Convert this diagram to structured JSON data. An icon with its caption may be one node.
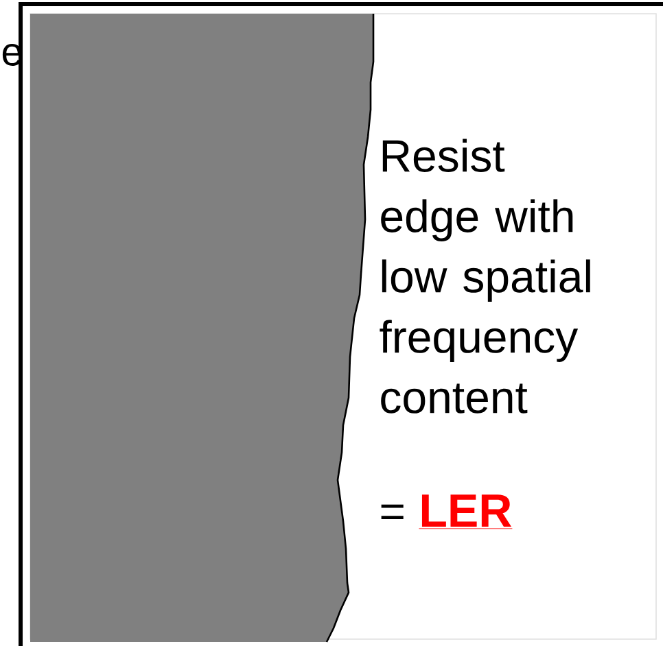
{
  "diagram": {
    "labels": [
      "e",
      "Resist edge with low spatial frequency content",
      "=",
      "LER"
    ]
  }
}
